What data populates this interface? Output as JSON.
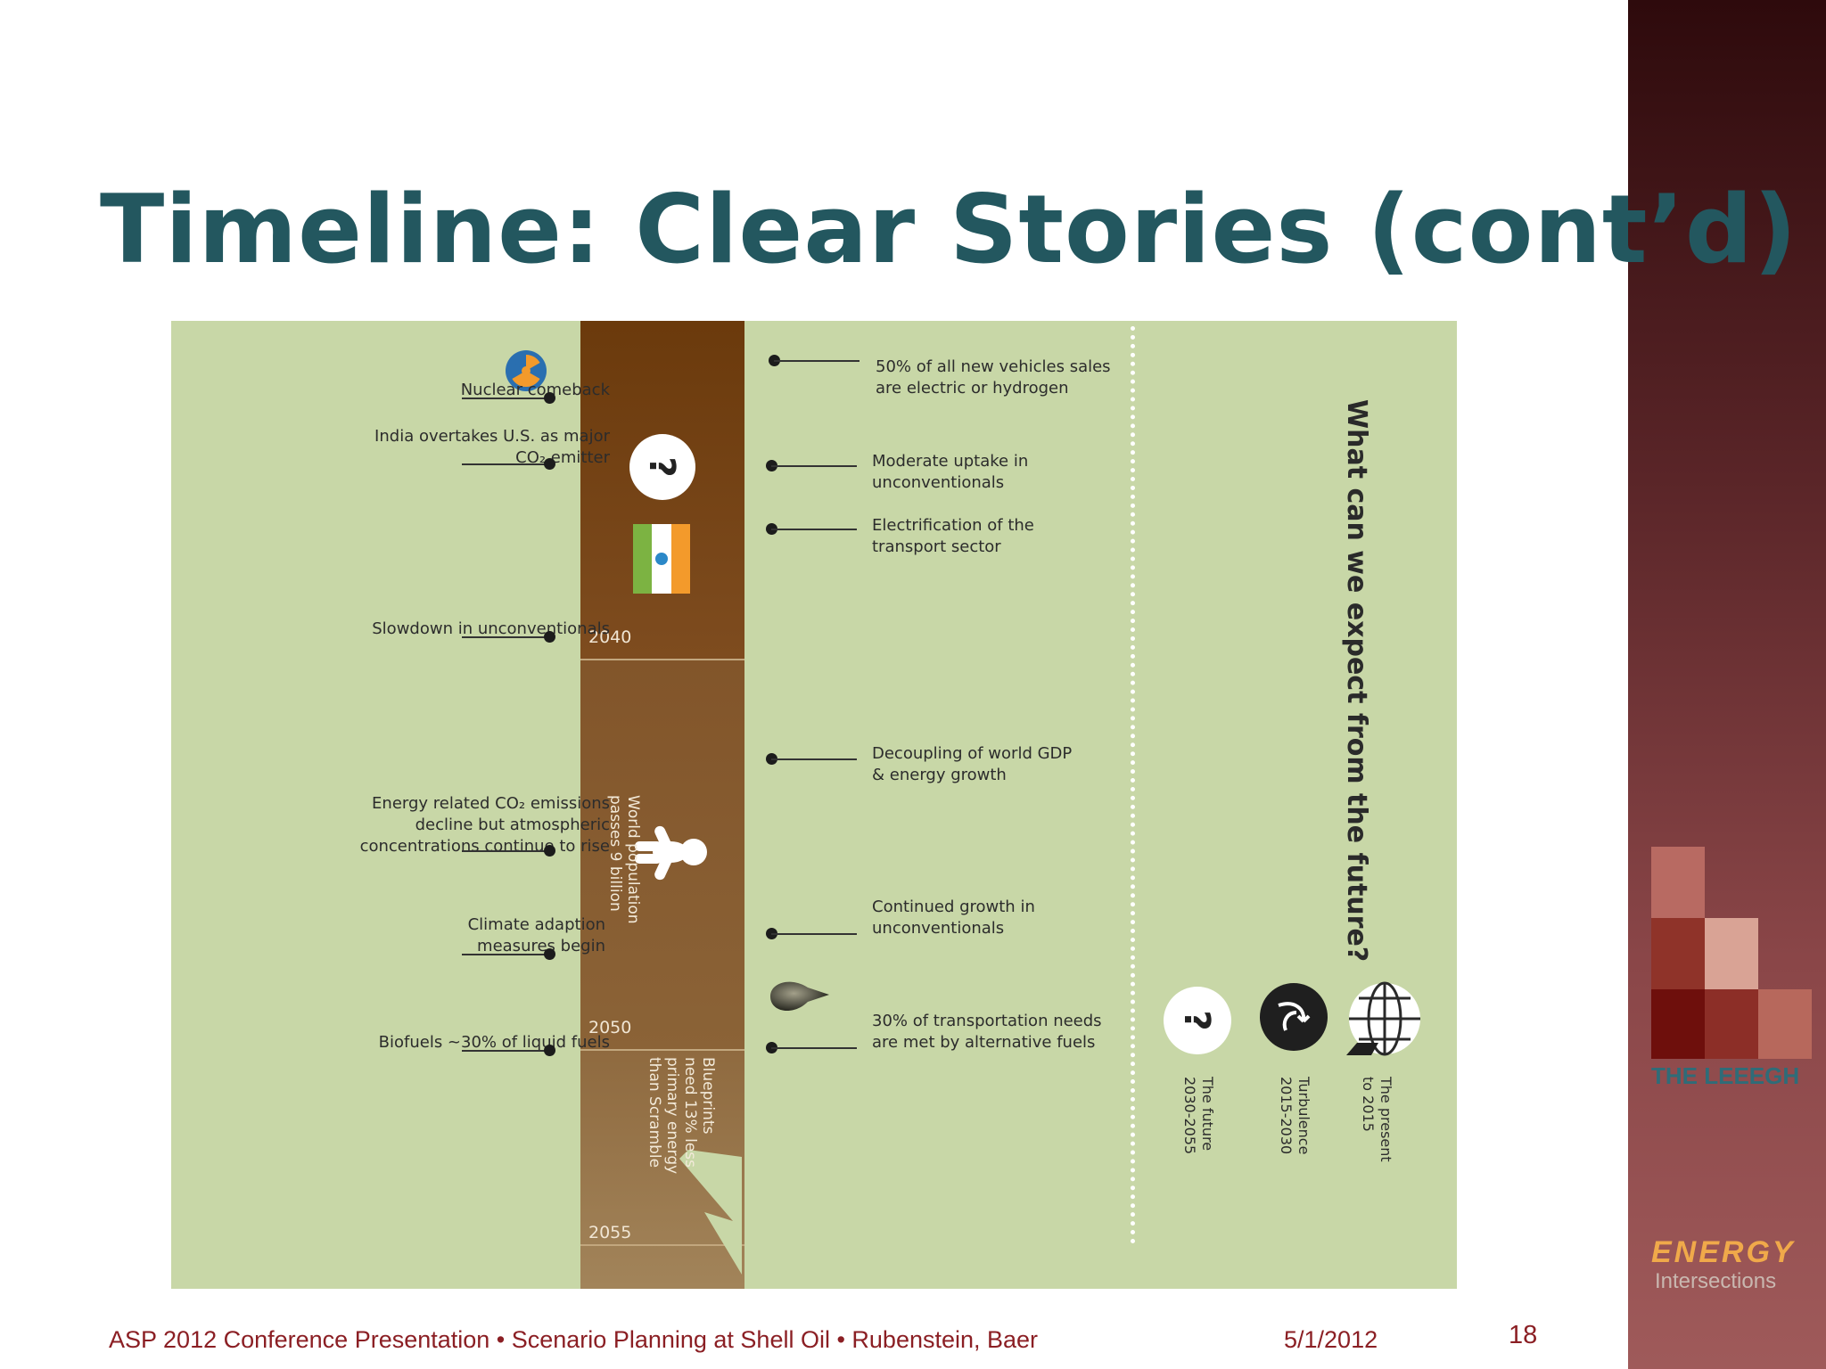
{
  "slide": {
    "title": "Timeline: Clear Stories (cont’d)",
    "footer_left": "ASP 2012 Conference Presentation • Scenario Planning at Shell Oil • Rubenstein, Baer",
    "footer_date": "5/1/2012",
    "page_number": "18"
  },
  "figure": {
    "years": [
      "2040",
      "2050",
      "2055"
    ],
    "left_events": [
      "Nuclear comeback",
      "India overtakes U.S. as major\nCO₂ emitter",
      "Slowdown in unconventionals",
      "Energy related CO₂ emissions\ndecline but atmospheric\nconcentrations continue to rise",
      "Climate adaption\nmeasures begin",
      "Biofuels ~30% of liquid fuels"
    ],
    "right_events": [
      "50% of all new vehicles sales\nare electric or hydrogen",
      "Moderate uptake in\nunconventionals",
      "Electrification of the\ntransport sector",
      "Decoupling of world GDP\n& energy growth",
      "Continued growth in\nunconventionals",
      "30% of transportation needs\nare met by alternative fuels"
    ],
    "population_note": "World population\npasses 9 billion",
    "blueprints_note": "Blueprints\nneed 13% less\nprimary energy\nthan Scramble",
    "question": "What can we expect from the future?",
    "legend": [
      {
        "label": "The present\nto 2015",
        "icon": "globe-icon"
      },
      {
        "label": "Turbulence\n2015-2030",
        "icon": "turbulence-icon"
      },
      {
        "label": "The future\n2030-2055",
        "icon": "question-icon"
      }
    ]
  },
  "sidebar": {
    "logo_text": "THE LEEEGH",
    "brand_top": "ENERGY",
    "brand_bottom": "Intersections"
  },
  "colors": {
    "title": "#23575f",
    "footer": "#8b1f24",
    "figure_bg": "#c8d7a7",
    "trunk_top": "#6b3a0c",
    "logo_text": "#2f6c78",
    "energy": "#f0a94a"
  }
}
